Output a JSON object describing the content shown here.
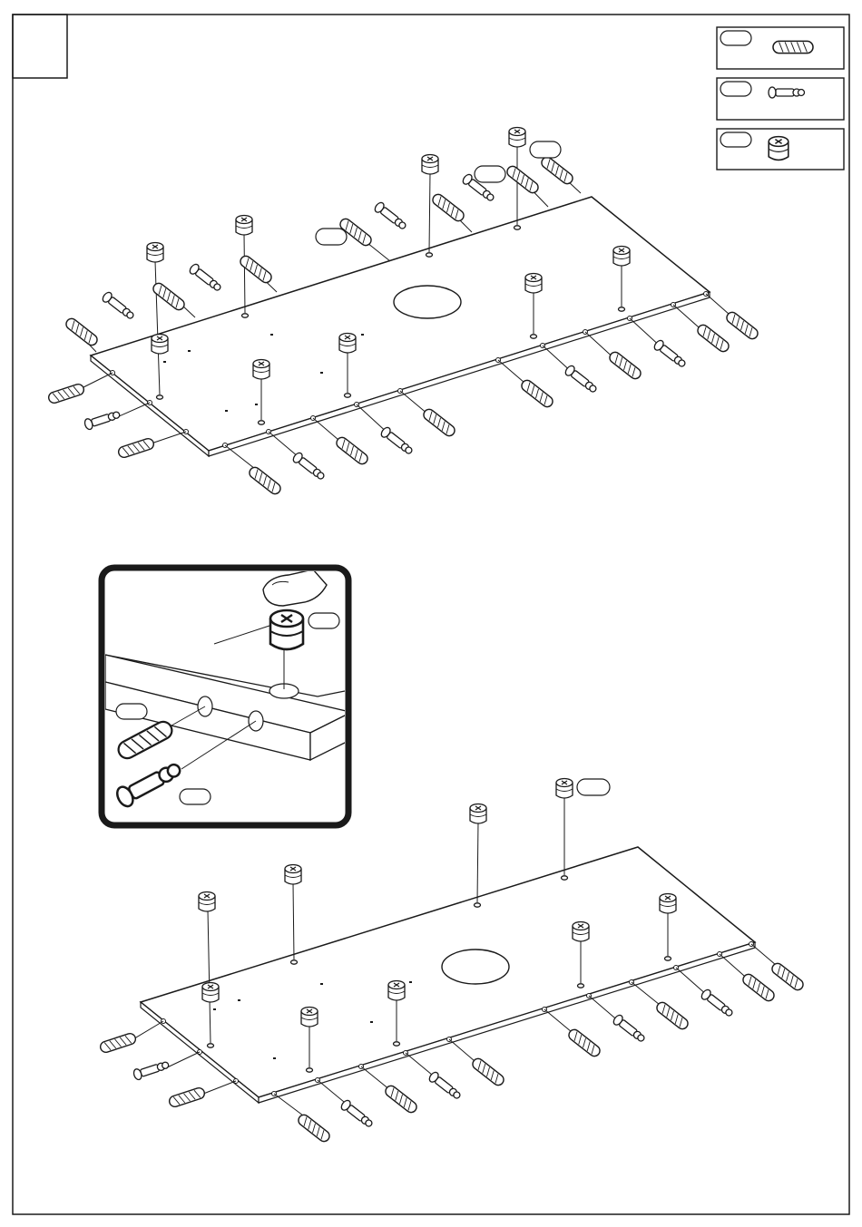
{
  "page": {
    "step_number": "",
    "ink_color": "#1a1a1a",
    "paper_color": "#ffffff"
  },
  "parts_legend": [
    {
      "id": "part-dowel",
      "icon": "wooden-dowel-icon",
      "label": ""
    },
    {
      "id": "part-cam-bolt",
      "icon": "cam-bolt-icon",
      "label": ""
    },
    {
      "id": "part-cam-lock",
      "icon": "cam-lock-nut-icon",
      "label": ""
    }
  ],
  "callout_labels": {
    "top_panel_dowel": "",
    "top_panel_bolt": "",
    "top_panel_cam": "",
    "detail_cam": "",
    "detail_dowel": "",
    "detail_bolt": "",
    "bottom_panel_cam": ""
  },
  "panels": [
    {
      "id": "top-panel",
      "has_center_hole": true
    },
    {
      "id": "bottom-panel",
      "has_center_hole": true
    }
  ],
  "detail_view": {
    "id": "insertion-detail",
    "shows": [
      "finger",
      "cam-lock-nut",
      "dowel",
      "cam-bolt"
    ]
  }
}
